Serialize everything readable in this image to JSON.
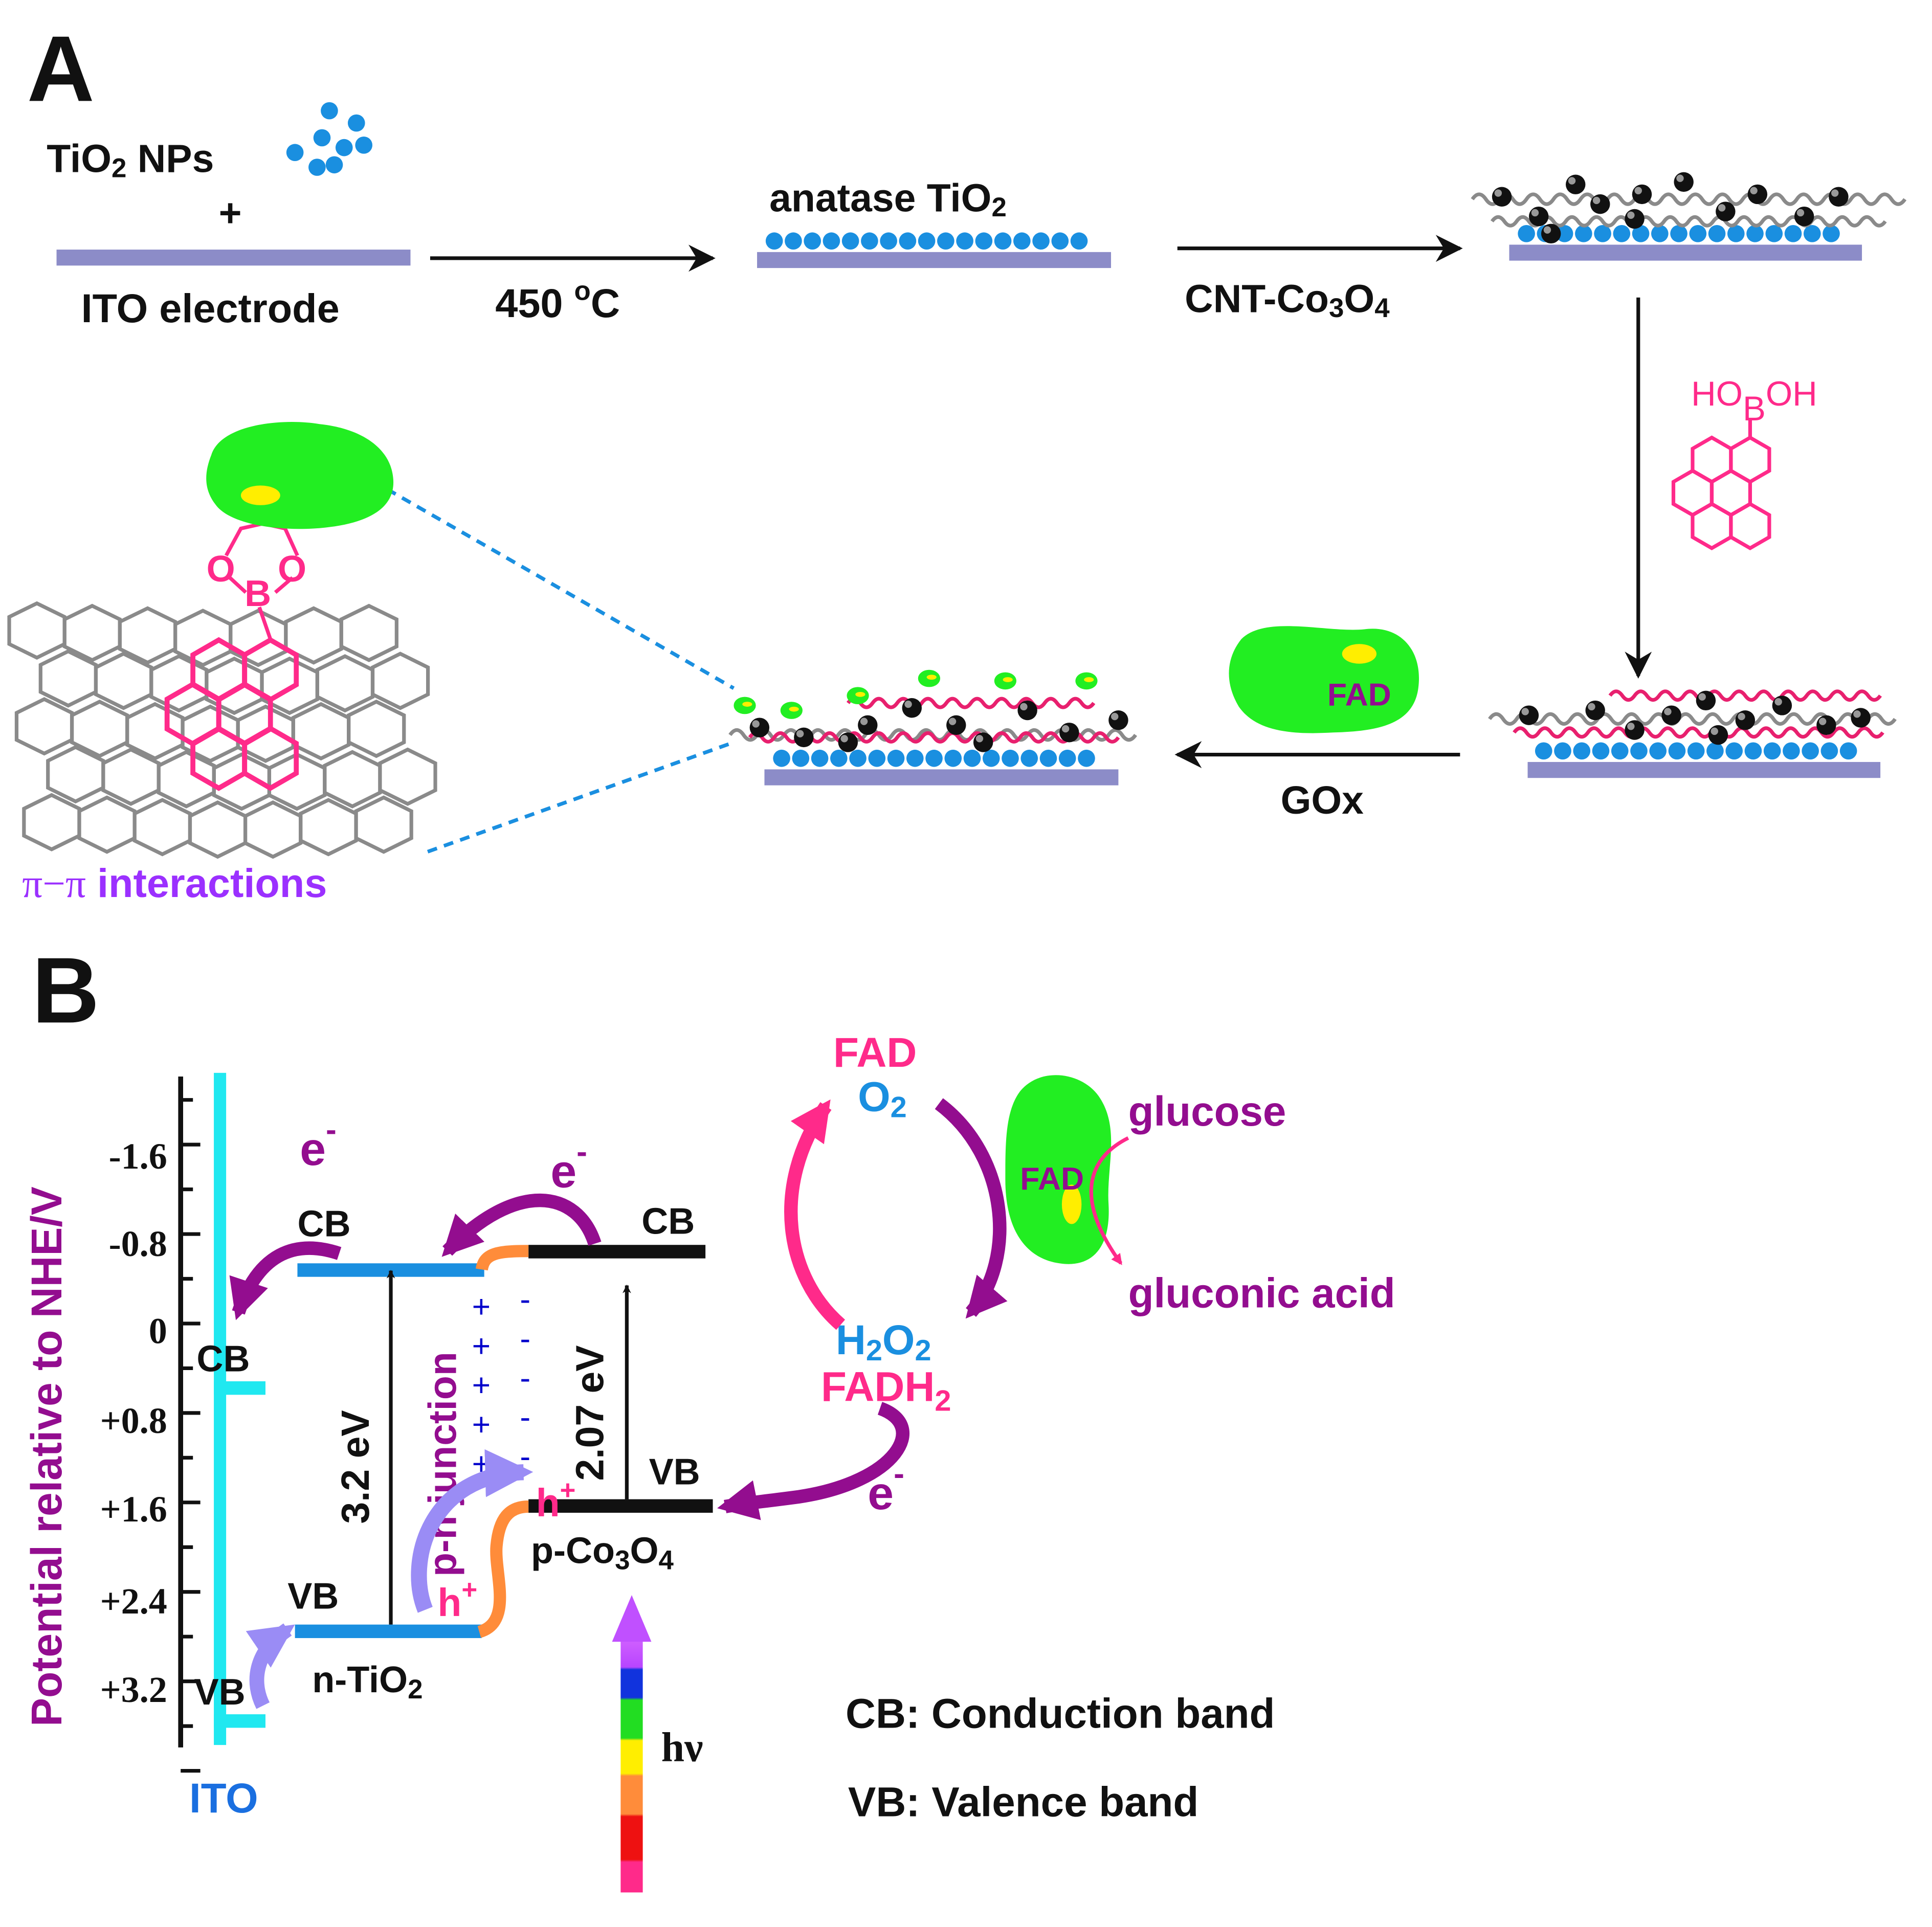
{
  "panel_a": {
    "label": "A",
    "tio2_nps": "TiO",
    "tio2_nps_sub": "2",
    "tio2_nps_rest": " NPs",
    "plus": "+",
    "ito_electrode": "ITO electrode",
    "step1_temp": "450 ",
    "step1_deg": "o",
    "step1_unit": "C",
    "anatase": "anatase TiO",
    "anatase_sub": "2",
    "cnt_co3o4_a": "CNT-Co",
    "cnt_co3o4_sub1": "3",
    "cnt_co3o4_b": "O",
    "cnt_co3o4_sub2": "4",
    "boronic_left": "HO",
    "boronic_b": "B",
    "boronic_right": "OH",
    "fad_label": "FAD",
    "gox_label": "GOx",
    "ester_o_left": "O",
    "ester_o_right": "O",
    "ester_b": "B",
    "pi_pi": "π−π",
    "interactions": " interactions"
  },
  "panel_b": {
    "label": "B",
    "y_axis_label": "Potential relative to NHE/V",
    "ticks": [
      "-1.6",
      "-0.8",
      "0",
      "+0.8",
      "+1.6",
      "+2.4",
      "+3.2"
    ],
    "ito_label": "ITO",
    "ito_cb": "CB",
    "ito_vb": "VB",
    "tio2_cb": "CB",
    "tio2_vb": "VB",
    "tio2_name_a": "n-TiO",
    "tio2_name_sub": "2",
    "tio2_gap": "3.2 eV",
    "co3o4_cb": "CB",
    "co3o4_vb": "VB",
    "co3o4_name_a": "p-Co",
    "co3o4_name_sub1": "3",
    "co3o4_name_b": "O",
    "co3o4_name_sub2": "4",
    "co3o4_gap": "2.07 eV",
    "pn_junction": "p-n junction",
    "plus_sign": "+",
    "minus_sign": "-",
    "electron_e": "e",
    "electron_sup": "-",
    "hole_h": "h",
    "hole_sup": "+",
    "fad": "FAD",
    "o2_a": "O",
    "o2_sub": "2",
    "h2o2_a": "H",
    "h2o2_sub1": "2",
    "h2o2_b": "O",
    "h2o2_sub2": "2",
    "fadh2_a": "FADH",
    "fadh2_sub": "2",
    "enzyme_fad": "FAD",
    "glucose": "glucose",
    "gluconic_acid": "gluconic acid",
    "hv": "hν",
    "legend_cb": "CB: Conduction band",
    "legend_vb": "VB: Valence band"
  },
  "colors": {
    "black": "#111111",
    "ito_bar": "#8c8cc8",
    "tio2_blue": "#1a8fe0",
    "cnt_gray": "#808080",
    "pink": "#ff2a8a",
    "purple": "#930d8f",
    "violet": "#9b30ff",
    "green": "#22ee22",
    "yellow": "#ffee00",
    "cyan": "#20e8f0",
    "orange": "#ff8c3a",
    "lavender": "#9a8cf5",
    "dark_blue": "#0000cc"
  }
}
